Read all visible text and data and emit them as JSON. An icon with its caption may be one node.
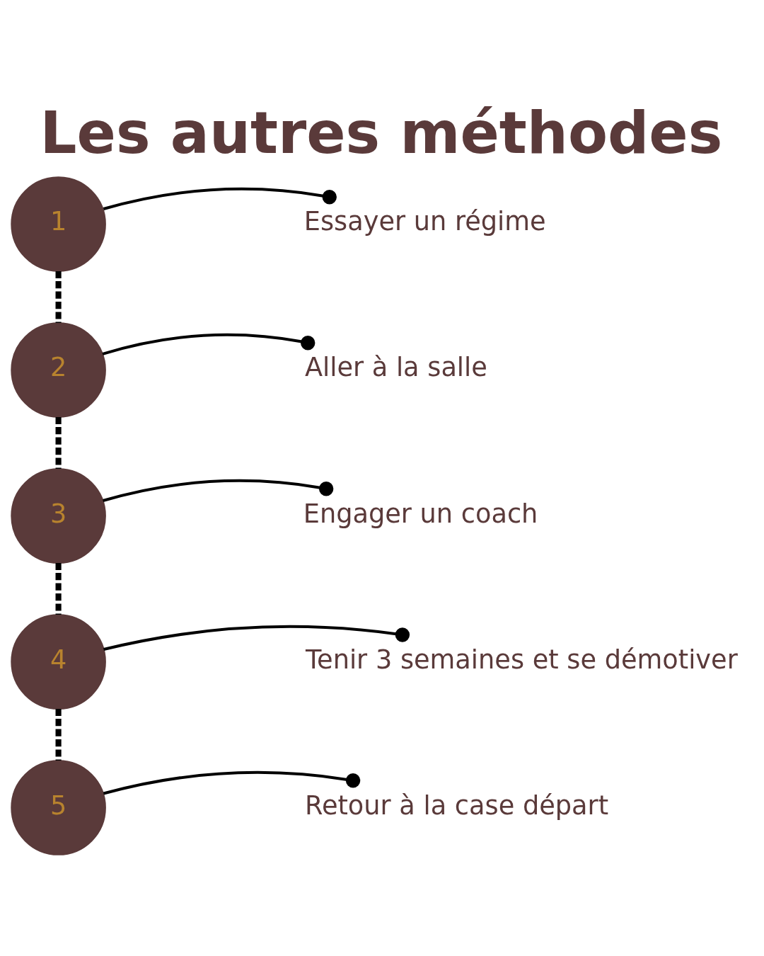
{
  "diagram": {
    "title": "Les autres méthodes",
    "nodes": [
      {
        "text": [
          "1"
        ]
      },
      {
        "text": [
          "Essayer un régime"
        ]
      },
      {
        "text": [
          "Aller à la salle"
        ]
      },
      {
        "text": [
          "2"
        ]
      },
      {
        "text": [
          "3"
        ]
      },
      {
        "text": [
          "Engager un coach"
        ]
      },
      {
        "text": [
          "Tenir 3 semaines et se démotiver"
        ]
      },
      {
        "text": [
          "4"
        ]
      },
      {
        "text": [
          "5"
        ]
      },
      {
        "text": [
          "Retour à la case départ"
        ]
      }
    ],
    "edges": [
      {
        "from": 0,
        "to": 1,
        "arrow": "other"
      },
      {
        "from": 0,
        "to": 3,
        "arrow": "none",
        "style": "dashed"
      },
      {
        "from": 3,
        "to": 2,
        "arrow": "other"
      },
      {
        "from": 3,
        "to": 4,
        "arrow": "none",
        "style": "dashed"
      },
      {
        "from": 4,
        "to": 5,
        "arrow": "other"
      },
      {
        "from": 4,
        "to": 7,
        "arrow": "none",
        "style": "dashed"
      },
      {
        "from": 7,
        "to": 6,
        "arrow": "other"
      },
      {
        "from": 7,
        "to": 8,
        "arrow": "none",
        "style": "dashed"
      },
      {
        "from": 8,
        "to": 9,
        "arrow": "other"
      }
    ]
  }
}
